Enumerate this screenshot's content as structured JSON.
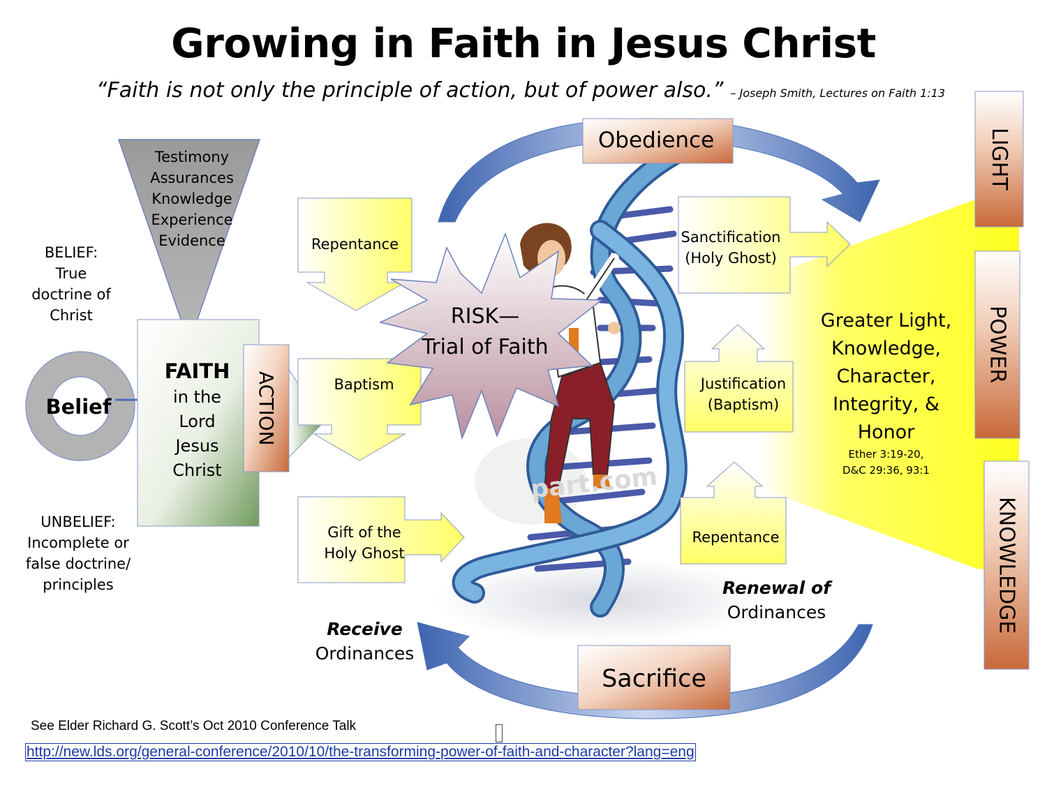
{
  "title": "Growing in Faith in Jesus Christ",
  "quote": {
    "text": "“Faith is not only the principle of action, but of power also.”",
    "attribution": "– Joseph Smith, Lectures on Faith 1:13"
  },
  "triangle_items": [
    "Testimony",
    "Assurances",
    "Knowledge",
    "Experience",
    "Evidence"
  ],
  "belief_note": [
    "BELIEF:",
    "True",
    "doctrine of",
    "Christ"
  ],
  "unbelief_note": [
    "UNBELIEF:",
    "Incomplete or",
    "false doctrine/",
    "principles"
  ],
  "belief_ring_label": "Belief",
  "faith_box": {
    "heading": "FAITH",
    "lines": [
      "in the",
      "Lord",
      "Jesus",
      "Christ"
    ]
  },
  "action_label": "ACTION",
  "receive_ordinances": {
    "boxes": [
      {
        "label": "Repentance"
      },
      {
        "label": "Baptism"
      },
      {
        "label": "Gift of the Holy Ghost"
      }
    ],
    "caption_bold": "Receive",
    "caption": "Ordinances"
  },
  "risk_label": [
    "RISK—",
    "Trial of Faith"
  ],
  "obedience_label": "Obedience",
  "sacrifice_label": "Sacrifice",
  "watermark": "part.com",
  "renewal": {
    "boxes": [
      {
        "label": [
          "Sanctification",
          "(Holy Ghost)"
        ]
      },
      {
        "label": [
          "Justification",
          "(Baptism)"
        ]
      },
      {
        "label": [
          "Repentance"
        ]
      }
    ],
    "caption_bold": "Renewal of",
    "caption": "Ordinances"
  },
  "result": {
    "lines": [
      "Greater Light,",
      "Knowledge,",
      "Character,",
      "Integrity, &",
      "Honor"
    ],
    "refs": [
      "Ether 3:19-20,",
      "D&C 29:36, 93:1"
    ]
  },
  "side_labels": [
    "LIGHT",
    "POWER",
    "KNOWLEDGE"
  ],
  "reference_text": "See Elder Richard G. Scott’s  Oct 2010 Conference Talk",
  "reference_url": "http://new.lds.org/general-conference/2010/10/the-transforming-power-of-faith-and-character?lang=eng",
  "colors": {
    "box_accent": "#c8693a",
    "yellow": "#ffff33",
    "arrow_blue": "#4a70b8",
    "ring_gray": "#b3b3b3",
    "action_green": "#6f9a5c"
  }
}
